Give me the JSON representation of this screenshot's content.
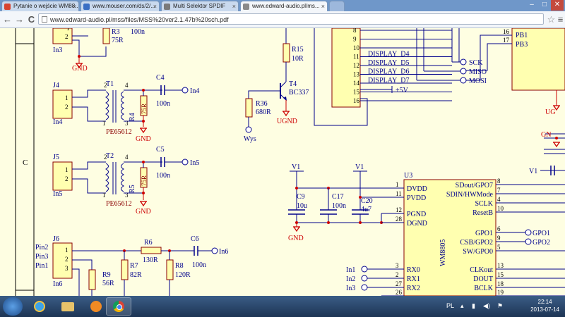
{
  "browser": {
    "tabs": [
      {
        "title": "Pytanie o wejście WM88...",
        "favicon_color": "#d9442f"
      },
      {
        "title": "www.mouser.com/ds/2/...",
        "favicon_color": "#3a6fc4"
      },
      {
        "title": "Multi Selektor SPDIF",
        "favicon_color": "#7a7a7a"
      },
      {
        "title": "www.edward-audio.pl/ms...",
        "favicon_color": "#8a8a8a"
      }
    ],
    "window_controls": {
      "minimize": "–",
      "restore": "□",
      "close": "✕"
    },
    "back_icon": "back-arrow-icon",
    "forward_icon": "forward-arrow-icon",
    "reload_icon": "reload-icon",
    "back": "←",
    "forward": "→",
    "reload": "C",
    "url": "www.edward-audio.pl/mss/files/MSS%20ver2.1.47b%20sch.pdf",
    "star": "☆",
    "menu": "≡"
  },
  "schematic": {
    "zone_letter": "C",
    "components": {
      "j3_in": "In3",
      "r3": "R3",
      "r3v": "75R",
      "top_100n": "100n",
      "j4": "J4",
      "j4_in": "In4",
      "t1": "T1",
      "c4": "C4",
      "c4v": "100n",
      "in4": "In4",
      "r4": "R4",
      "r4v": "75R",
      "t1_pe": "PE65612",
      "j5": "J5",
      "j5_in": "In5",
      "t2": "T2",
      "c5": "C5",
      "c5v": "100n",
      "in5": "In5",
      "r5": "R5",
      "r5v": "75R",
      "t2_pe": "PE65612",
      "j6": "J6",
      "j6_in": "In6",
      "pin2": "Pin2",
      "pin3": "Pin3",
      "pin1": "Pin1",
      "r6": "R6",
      "r6v": "130R",
      "c6": "C6",
      "c6v": "100n",
      "in6": "In6",
      "r9": "R9",
      "r9v": "56R",
      "r7": "R7",
      "r7v": "82R",
      "r8": "R8",
      "r8v": "120R",
      "r15": "R15",
      "r15v": "10R",
      "t4": "T4",
      "t4v": "BC337",
      "r36": "R36",
      "r36v": "680R",
      "wys": "Wys",
      "u3": "U3",
      "wm": "WM8805",
      "c9": "C9",
      "c9v": "10u",
      "c17": "C17",
      "c17v": "100n",
      "c20": "C20",
      "c20v": "4u7",
      "v1a": "V1",
      "v1b": "V1",
      "v1c": "V1"
    },
    "gnd": "GND",
    "ugnd": "UGND",
    "plus5": "+5V",
    "display_pins": [
      {
        "num": "8",
        "label": ""
      },
      {
        "num": "9",
        "label": ""
      },
      {
        "num": "10",
        "label": ""
      },
      {
        "num": "11",
        "label": "DISPLAY_D4"
      },
      {
        "num": "12",
        "label": "DISPLAY_D5"
      },
      {
        "num": "13",
        "label": "DISPLAY_D6"
      },
      {
        "num": "14",
        "label": "DISPLAY_D7"
      },
      {
        "num": "15",
        "label": ""
      },
      {
        "num": "16",
        "label": ""
      }
    ],
    "mcu_pins": [
      {
        "num": "16",
        "label": "PB1"
      },
      {
        "num": "17",
        "label": "PB3"
      }
    ],
    "spi_ports": [
      "SCK",
      "MISO",
      "MOSI"
    ],
    "u3_left": [
      {
        "num": "1",
        "label": "DVDD"
      },
      {
        "num": "11",
        "label": "PVDD"
      },
      {
        "num": "12",
        "label": "PGND"
      },
      {
        "num": "28",
        "label": "DGND"
      },
      {
        "num": "3",
        "label": "RX0"
      },
      {
        "num": "2",
        "label": "RX1"
      },
      {
        "num": "27",
        "label": "RX2"
      },
      {
        "num": "26",
        "label": ""
      }
    ],
    "u3_right": [
      {
        "num": "8",
        "label": "SDout/GPO7"
      },
      {
        "num": "7",
        "label": "SDIN/HWMode"
      },
      {
        "num": "4",
        "label": "SCLK"
      },
      {
        "num": "10",
        "label": "ResetB"
      },
      {
        "num": "6",
        "label": "GPO1"
      },
      {
        "num": "9",
        "label": "CSB/GPO2"
      },
      {
        "num": "5",
        "label": "SW/GPO0"
      },
      {
        "num": "13",
        "label": "CLKout"
      },
      {
        "num": "15",
        "label": "DOUT"
      },
      {
        "num": "18",
        "label": "BCLK"
      },
      {
        "num": "19",
        "label": ""
      }
    ],
    "in_ports": [
      "In1",
      "In2",
      "In3"
    ],
    "gpo_ports": [
      "GPO1",
      "GPO2"
    ],
    "right_edge": {
      "ugn": "UG",
      "gnd_cut": "GN",
      "v1": "V1"
    }
  },
  "taskbar": {
    "language": "PL",
    "time": "22:14",
    "date": "2013-07-14"
  }
}
